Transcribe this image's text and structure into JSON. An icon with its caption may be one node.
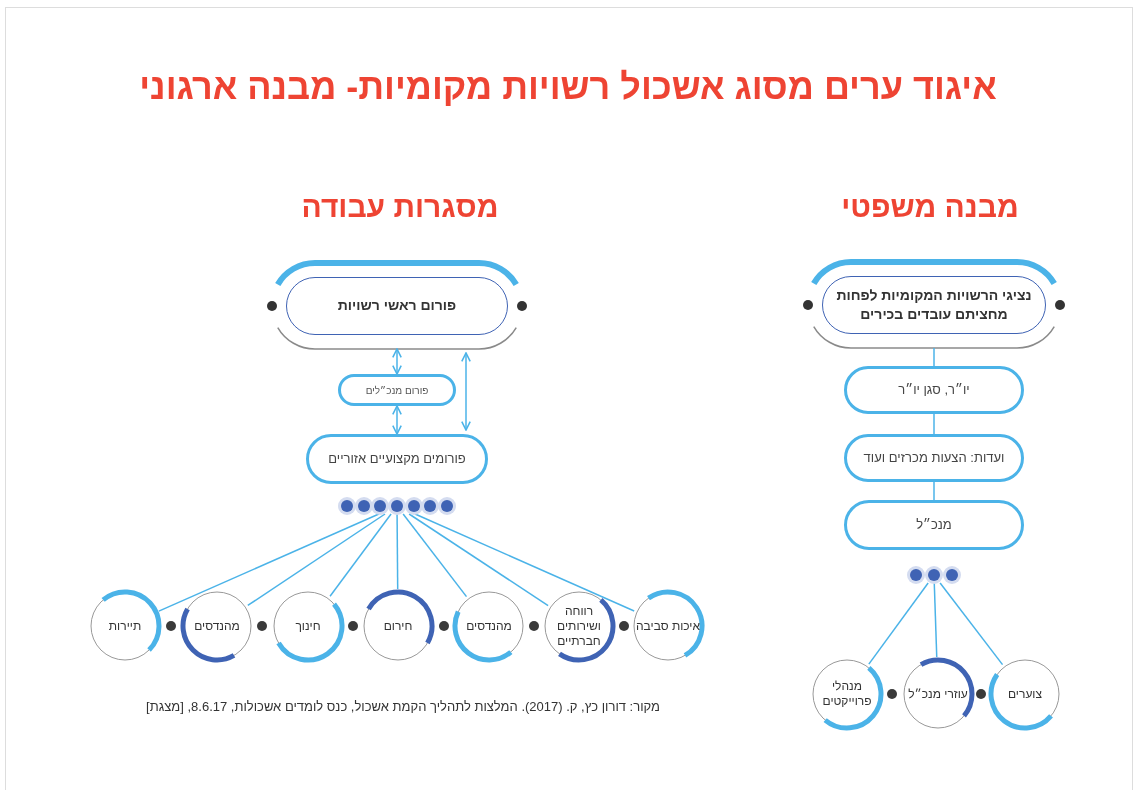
{
  "diagram": {
    "title": "איגוד ערים מסוג אשכול רשויות מקומיות- מבנה ארגוני",
    "caption": "מקור: דורון כץ, ק. (2017). המלצות לתהליך הקמת אשכול, כנס לומדים אשכולות, 8.6.17, [מצגת]",
    "nodes": [
      {
        "text": [
          "פורום ראשי רשויות"
        ]
      },
      {
        "text": [
          "פורום מנכ״לים"
        ]
      },
      {
        "text": [
          "פורומים מקצועיים אזוריים"
        ]
      },
      {
        "text": [],
        "shape": "circle"
      },
      {
        "text": [
          "איכות סביבה"
        ]
      },
      {
        "text": [
          "רווחה ושירותים חברתיים"
        ]
      },
      {
        "text": [
          "מהנדסים"
        ]
      },
      {
        "text": [
          "חירום"
        ]
      },
      {
        "text": [
          "חינוך"
        ]
      },
      {
        "text": [
          "מהנדסים"
        ]
      },
      {
        "text": [
          "תיירות"
        ]
      },
      {
        "text": [
          "נציגי הרשויות המקומיות לפחות מחציתם עובדים בכירים"
        ]
      },
      {
        "text": [
          "יו״ר, סגן יו״ר"
        ]
      },
      {
        "text": [
          "ועדות: הצעות מכרזים ועוד"
        ]
      },
      {
        "text": [
          "מנכ״ל"
        ]
      },
      {
        "text": [],
        "shape": "circle"
      },
      {
        "text": [
          "צוערים"
        ]
      },
      {
        "text": [
          "עוזרי מנכ״ל"
        ]
      },
      {
        "text": [
          "מנהלי פרוייקטים"
        ]
      }
    ],
    "edges": [
      {
        "from": 0,
        "to": 1,
        "arrow": "both"
      },
      {
        "from": 1,
        "to": 2,
        "arrow": "both"
      },
      {
        "from": 0,
        "to": 2,
        "arrow": "both"
      },
      {
        "from": 3,
        "to": 4,
        "arrow": "none"
      },
      {
        "from": 3,
        "to": 5,
        "arrow": "none"
      },
      {
        "from": 3,
        "to": 6,
        "arrow": "none"
      },
      {
        "from": 3,
        "to": 7,
        "arrow": "none"
      },
      {
        "from": 3,
        "to": 8,
        "arrow": "none"
      },
      {
        "from": 3,
        "to": 9,
        "arrow": "none"
      },
      {
        "from": 3,
        "to": 10,
        "arrow": "none"
      },
      {
        "from": 11,
        "to": 12,
        "arrow": "none"
      },
      {
        "from": 12,
        "to": 13,
        "arrow": "none"
      },
      {
        "from": 13,
        "to": 14,
        "arrow": "none"
      },
      {
        "from": 15,
        "to": 16,
        "arrow": "none"
      },
      {
        "from": 15,
        "to": 17,
        "arrow": "none"
      },
      {
        "from": 15,
        "to": 18,
        "arrow": "none"
      }
    ],
    "labels": [
      "מבנה משפטי",
      "מסגרות עבודה"
    ]
  }
}
